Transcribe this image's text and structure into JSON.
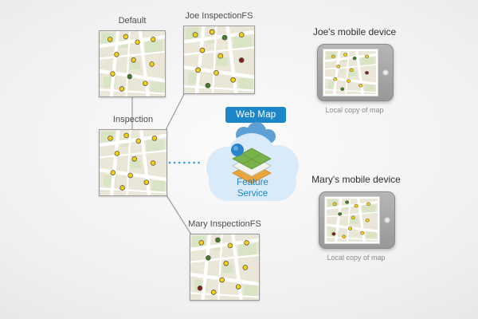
{
  "colors": {
    "accent_blue": "#1d86c8",
    "line_gray": "#9b9b9b",
    "dotted_blue": "#3aa0dc",
    "dot_yellow": "#f3cf0e",
    "dot_green": "#3f7d2c",
    "dot_red": "#8a1b1b",
    "cloud_light": "#d9eaf8",
    "cloud_dark": "#5e9fd4"
  },
  "versions": {
    "default": {
      "label": "Default"
    },
    "joe_fs": {
      "label": "Joe InspectionFS"
    },
    "inspection": {
      "label": "Inspection"
    },
    "mary_fs": {
      "label": "Mary InspectionFS"
    }
  },
  "web_map": {
    "label": "Web Map"
  },
  "feature_service": {
    "label": "Feature Service"
  },
  "devices": {
    "joe": {
      "title": "Joe's mobile device",
      "caption": "Local copy of map"
    },
    "mary": {
      "title": "Mary's mobile device",
      "caption": "Local copy of map"
    }
  }
}
